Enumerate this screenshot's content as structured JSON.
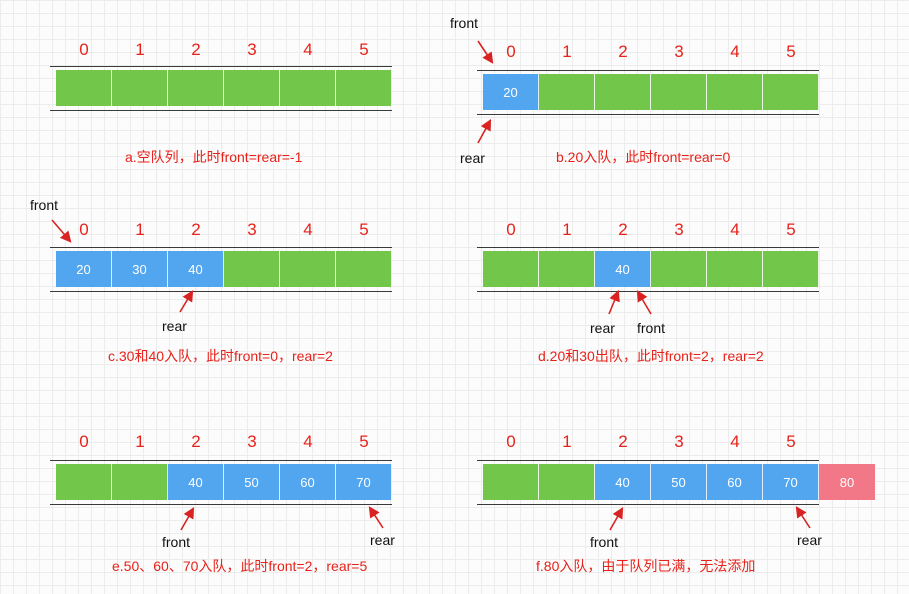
{
  "colors": {
    "empty": "#72c74a",
    "filled": "#52a6f0",
    "overflow": "#f27888",
    "index": "#e8221a",
    "caption": "#e8221a",
    "arrow": "#d92323"
  },
  "indices": [
    "0",
    "1",
    "2",
    "3",
    "4",
    "5"
  ],
  "panels": [
    {
      "id": "a",
      "caption": "a.空队列，此时front=rear=-1",
      "cells": [
        "",
        "",
        "",
        "",
        "",
        ""
      ],
      "overflow": "",
      "pointers": []
    },
    {
      "id": "b",
      "caption": "b.20入队，此时front=rear=0",
      "cells": [
        "20",
        "",
        "",
        "",
        "",
        ""
      ],
      "overflow": "",
      "pointers": [
        {
          "label": "front",
          "index": 0,
          "side": "top"
        },
        {
          "label": "rear",
          "index": 0,
          "side": "bottom"
        }
      ]
    },
    {
      "id": "c",
      "caption": "c.30和40入队，此时front=0，rear=2",
      "cells": [
        "20",
        "30",
        "40",
        "",
        "",
        ""
      ],
      "overflow": "",
      "pointers": [
        {
          "label": "front",
          "index": 0,
          "side": "top"
        },
        {
          "label": "rear",
          "index": 2,
          "side": "bottom"
        }
      ]
    },
    {
      "id": "d",
      "caption": "d.20和30出队，此时front=2，rear=2",
      "cells": [
        "",
        "",
        "40",
        "",
        "",
        ""
      ],
      "overflow": "",
      "pointers": [
        {
          "label": "rear",
          "index": 2,
          "side": "bottom"
        },
        {
          "label": "front",
          "index": 2,
          "side": "bottom"
        }
      ]
    },
    {
      "id": "e",
      "caption": "e.50、60、70入队，此时front=2，rear=5",
      "cells": [
        "",
        "",
        "40",
        "50",
        "60",
        "70"
      ],
      "overflow": "",
      "pointers": [
        {
          "label": "front",
          "index": 2,
          "side": "bottom"
        },
        {
          "label": "rear",
          "index": 5,
          "side": "bottom"
        }
      ]
    },
    {
      "id": "f",
      "caption": "f.80入队，由于队列已满，无法添加",
      "cells": [
        "",
        "",
        "40",
        "50",
        "60",
        "70"
      ],
      "overflow": "80",
      "pointers": [
        {
          "label": "front",
          "index": 2,
          "side": "bottom"
        },
        {
          "label": "rear",
          "index": 5,
          "side": "bottom"
        }
      ]
    }
  ]
}
